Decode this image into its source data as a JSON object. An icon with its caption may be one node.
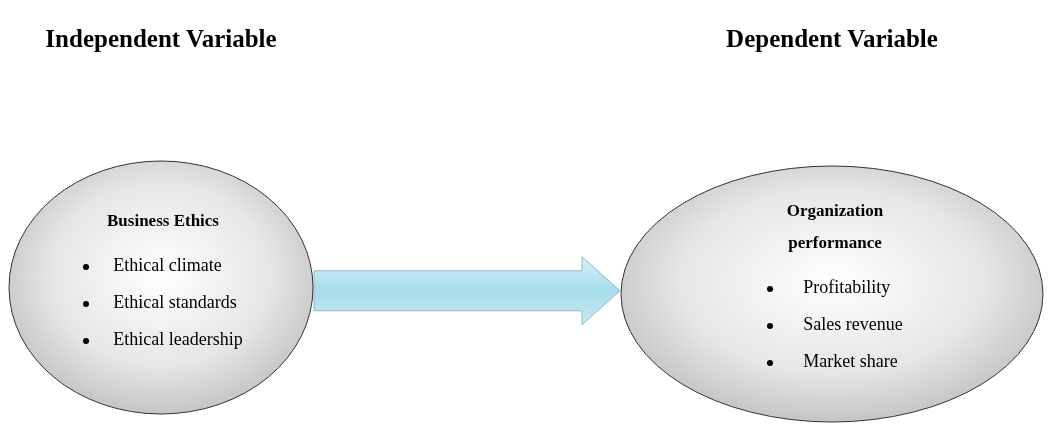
{
  "diagram": {
    "nodes": [
      {
        "text": [
          "Independent Variable",
          "Business Ethics",
          "Ethical climate",
          "Ethical standards",
          "Ethical leadership"
        ]
      },
      {
        "text": [
          "Dependent Variable",
          "Organization performance",
          "Profitability",
          "Sales revenue",
          "Market share"
        ]
      }
    ],
    "edges": [
      {
        "from": 0,
        "to": 1,
        "arrow": "to"
      }
    ]
  }
}
